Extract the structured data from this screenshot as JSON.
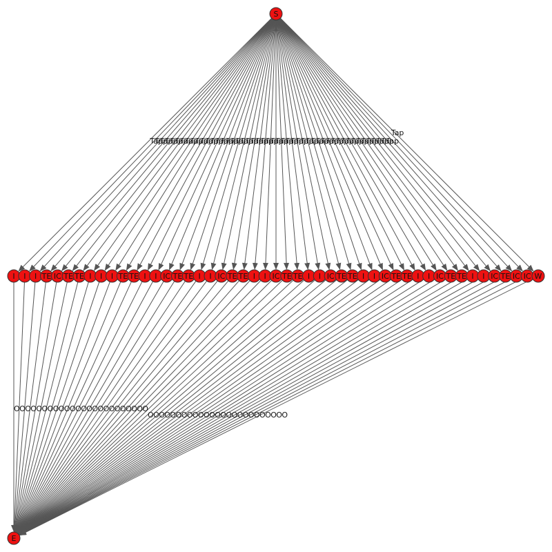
{
  "diagram": {
    "type": "directed-graph",
    "colors": {
      "node_fill": "#ee1111",
      "node_stroke": "#333333",
      "edge": "#555555",
      "text": "#111111",
      "background": "#ffffff"
    },
    "start_node": {
      "label": "S"
    },
    "end_node": {
      "label": "E"
    },
    "middle_nodes": [
      "I",
      "I",
      "I",
      "TE",
      "IC",
      "TE",
      "TE",
      "I",
      "I",
      "I",
      "TE",
      "TE",
      "I",
      "I",
      "IC",
      "TE",
      "TE",
      "I",
      "I",
      "IC",
      "TE",
      "TE",
      "I",
      "I",
      "IC",
      "TE",
      "TE",
      "I",
      "I",
      "IC",
      "TE",
      "TE",
      "I",
      "I",
      "IC",
      "TE",
      "TE",
      "I",
      "I",
      "IC",
      "TE",
      "TE",
      "I",
      "I",
      "IC",
      "TE",
      "IC",
      "IC",
      "W"
    ],
    "top_edge_label": "Tap",
    "bottom_edge_label": "O"
  }
}
